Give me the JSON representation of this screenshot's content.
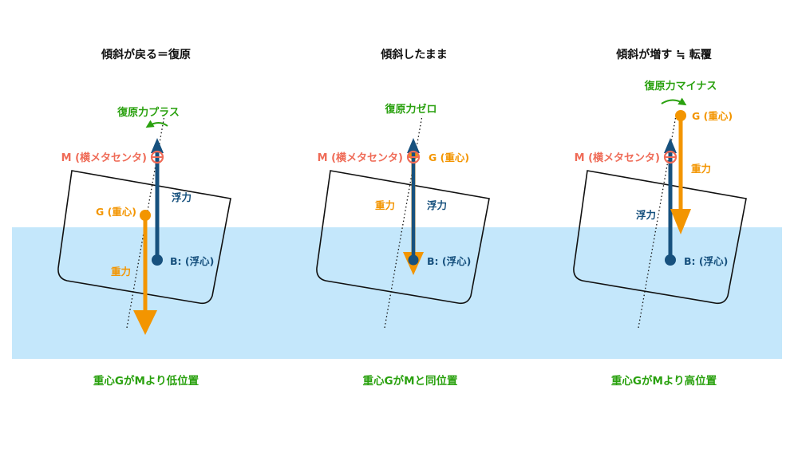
{
  "colors": {
    "water": "#c4e7fb",
    "buoyancy": "#17517e",
    "gravity": "#f39500",
    "metacenter": "#ef6b57",
    "restoring": "#2aa10f",
    "hull": "#111111"
  },
  "panels": [
    {
      "title": "傾斜が戻る＝復原",
      "restoring_label": "復原力プラス",
      "metacenter_label": "M (横メタセンタ)",
      "gravity_center_label": "G (重心)",
      "gravity_label": "重力",
      "buoyancy_label": "浮力",
      "buoyancy_center_label": "B: (浮心)",
      "caption": "重心GがMより低位置"
    },
    {
      "title": "傾斜したまま",
      "restoring_label": "復原力ゼロ",
      "metacenter_label": "M (横メタセンタ)",
      "gravity_center_label": "G (重心)",
      "gravity_label": "重力",
      "buoyancy_label": "浮力",
      "buoyancy_center_label": "B: (浮心)",
      "caption": "重心GがMと同位置"
    },
    {
      "title": "傾斜が増す ≒ 転覆",
      "restoring_label": "復原力マイナス",
      "metacenter_label": "M (横メタセンタ)",
      "gravity_center_label": "G (重心)",
      "gravity_label": "重力",
      "buoyancy_label": "浮力",
      "buoyancy_center_label": "B: (浮心)",
      "caption": "重心GがMより高位置"
    }
  ]
}
